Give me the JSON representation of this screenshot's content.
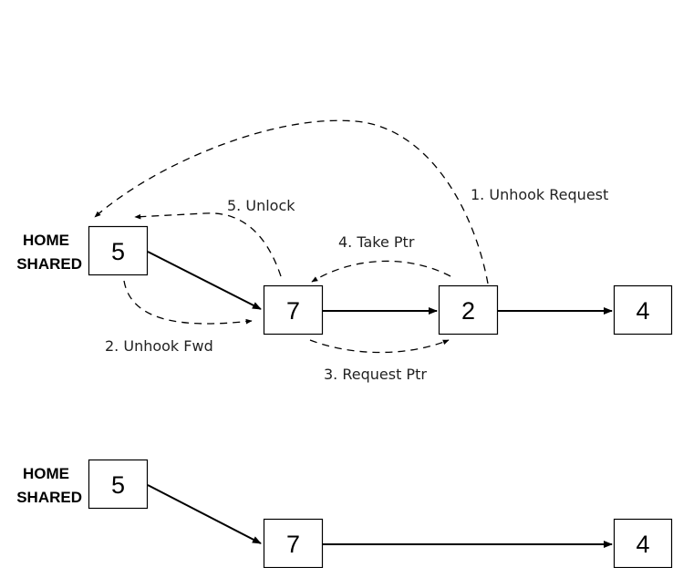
{
  "diagram": {
    "top": {
      "home_label_line1": "HOME",
      "home_label_line2": "SHARED",
      "nodes": [
        {
          "id": "t5",
          "label": "5"
        },
        {
          "id": "t7",
          "label": "7"
        },
        {
          "id": "t2",
          "label": "2"
        },
        {
          "id": "t4",
          "label": "4"
        }
      ],
      "edges": [
        {
          "from": "t5",
          "to": "t7",
          "style": "solid"
        },
        {
          "from": "t7",
          "to": "t2",
          "style": "solid"
        },
        {
          "from": "t2",
          "to": "t4",
          "style": "solid"
        }
      ],
      "steps": [
        {
          "label": "1. Unhook Request",
          "from": "t2",
          "to": "t5"
        },
        {
          "label": "2. Unhook Fwd",
          "from": "t5",
          "to": "t7"
        },
        {
          "label": "3. Request Ptr",
          "from": "t7",
          "to": "t2"
        },
        {
          "label": "4. Take Ptr",
          "from": "t2",
          "to": "t7"
        },
        {
          "label": "5. Unlock",
          "from": "t7",
          "to": "t5"
        }
      ]
    },
    "bottom": {
      "home_label_line1": "HOME",
      "home_label_line2": "SHARED",
      "nodes": [
        {
          "id": "b5",
          "label": "5"
        },
        {
          "id": "b7",
          "label": "7"
        },
        {
          "id": "b4",
          "label": "4"
        }
      ],
      "edges": [
        {
          "from": "b5",
          "to": "b7",
          "style": "solid"
        },
        {
          "from": "b7",
          "to": "b4",
          "style": "solid"
        }
      ]
    }
  }
}
